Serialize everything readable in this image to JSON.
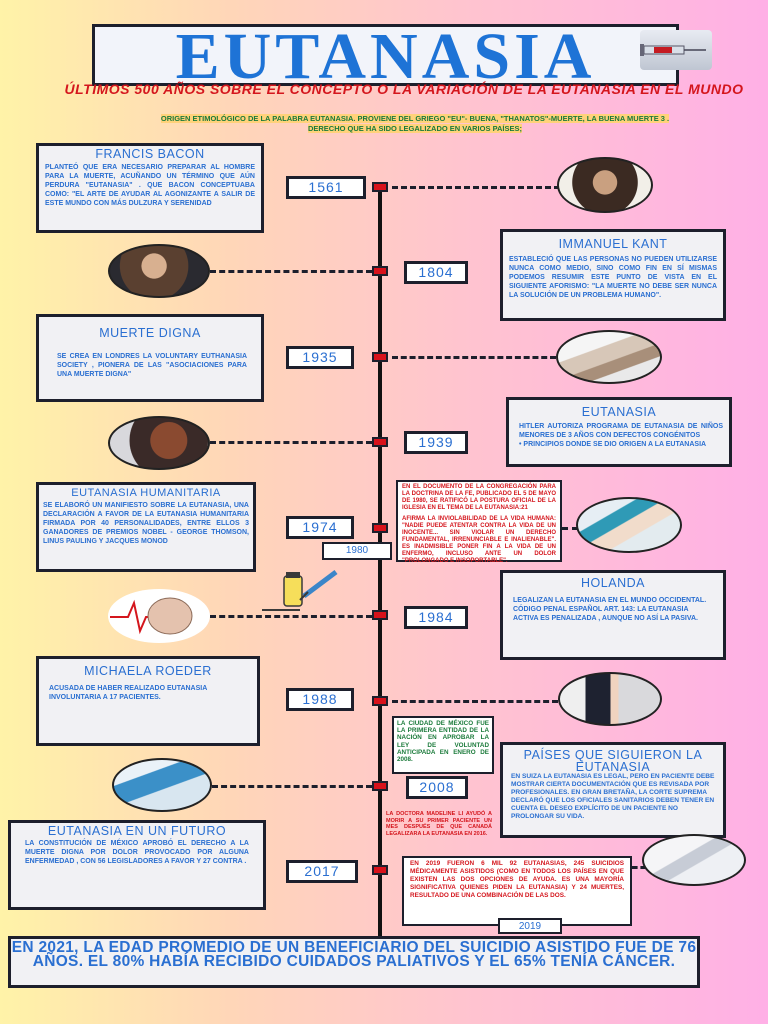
{
  "header": {
    "title": "EUTANASIA",
    "subtitle": "ÚLTIMOS 500 AÑOS SOBRE EL CONCEPTO O LA VARIACIÓN DE LA EUTANASIA EN EL MUNDO",
    "origin": "ORIGEN ETIMOLÓGICO DE LA PALABRA EUTANASIA. PROVIENE DEL GRIEGO \"EU\"- BUENA, \"THANATOS\"-MUERTE, LA BUENA MUERTE 3 . DERECHO QUE HA SIDO LEGALIZADO EN VARIOS PAÍSES;"
  },
  "colors": {
    "accent": "#2a6fd1",
    "red": "#d4161d",
    "green": "#1a7a3a",
    "border": "#1d1f2c"
  },
  "years": {
    "y1561": "1561",
    "y1804": "1804",
    "y1935": "1935",
    "y1939": "1939",
    "y1974": "1974",
    "y1980": "1980",
    "y1984": "1984",
    "y1988": "1988",
    "y2008": "2008",
    "y2017": "2017",
    "y2019": "2019"
  },
  "cards": {
    "bacon": {
      "title": "FRANCIS BACON",
      "body": "PLANTEÓ QUE ERA NECESARIO PREPARAR AL HOMBRE PARA LA MUERTE, ACUÑANDO UN TÉRMINO QUE AÚN PERDURA \"EUTANASIA\" . QUE BACON CONCEPTUABA COMO: \"EL ARTE DE AYUDAR AL AGONIZANTE A SALIR DE ESTE MUNDO CON MÁS DULZURA Y SERENIDAD"
    },
    "kant": {
      "title": "IMMANUEL  KANT",
      "body": "ESTABLECIÓ QUE LAS PERSONAS NO PUEDEN UTILIZARSE NUNCA COMO MEDIO, SINO COMO FIN EN SÍ MISMAS PODEMOS RESUMIR ESTE PUNTO DE VISTA EN EL SIGUIENTE AFORISMO: \"LA MUERTE NO DEBE SER NUNCA LA SOLUCIÓN DE UN PROBLEMA HUMANO\"."
    },
    "muerte_digna": {
      "title": "MUERTE DIGNA",
      "body": "SE CREA EN LONDRES LA VOLUNTARY EUTHANASIA SOCIETY , PIONERA DE LAS \"ASOCIACIONES PARA UNA MUERTE DIGNA\""
    },
    "eutanasia_1939": {
      "title": "EUTANASIA",
      "body": "HITLER AUTORIZA PROGRAMA DE EUTANASIA DE NIÑOS MENORES DE 3 AÑOS CON DEFECTOS CONGÉNITOS",
      "bullet": "PRINCIPIOS DONDE SE DIO ORIGEN A LA EUTANASIA"
    },
    "humanitaria": {
      "title": "EUTANASIA HUMANITARIA",
      "body": "SE ELABORÓ UN MANIFIESTO SOBRE LA EUTANASIA, UNA DECLARACIÓN A FAVOR DE LA EUTANASIA HUMANITARIA FIRMADA POR 40 PERSONALIDADES, ENTRE ELLOS 3 GANADORES DE PREMIOS NOBEL - GEORGE THOMSON, LINUS PAULING Y JACQUES MONOD"
    },
    "holanda": {
      "title": "HOLANDA",
      "body": "LEGALIZAN LA EUTANASIA EN EL MUNDO OCCIDENTAL. CÓDIGO PENAL ESPAÑOL ART. 143: LA EUTANASIA ACTIVA ES PENALIZADA , AUNQUE NO ASÍ LA PASIVA."
    },
    "roeder": {
      "title": "MICHAELA ROEDER",
      "body": "ACUSADA DE HABER REALIZADO EUTANASIA INVOLUNTARIA A 17 PACIENTES."
    },
    "paises": {
      "title": "PAÍSES QUE SIGUIERON LA EUTANASIA",
      "body": "EN SUIZA LA EUTANASIA ES LEGAL, PERO EN PACIENTE DEBE MOSTRAR CIERTA DOCUMENTACIÓN QUE ES REVISADA POR PROFESIONALES. EN GRAN BRETAÑA, LA CORTE SUPREMA DECLARÓ QUE LOS OFICIALES SANITARIOS DEBEN TENER EN CUENTA EL DESEO EXPLÍCITO DE UN PACIENTE NO PROLONGAR SU VIDA."
    },
    "futuro": {
      "title": "EUTANASIA EN UN FUTURO",
      "body": "LA CONSTITUCIÓN DE MÉXICO APROBÓ EL DERECHO A LA MUERTE DIGNA POR DOLOR PROVOCADO POR ALGUNA ENFERMEDAD , CON 56 LEGISLADORES A FAVOR Y 27 CONTRA ."
    }
  },
  "red_notes": {
    "doc_1980": "EN EL DOCUMENTO DE LA CONGREGACIÓN PARA LA DOCTRINA DE LA FE, PUBLICADO EL 5 DE MAYO DE 1980, SE RATIFICÓ LA POSTURA OFICIAL DE LA IGLESIA EN EL TEMA DE LA EUTANASIA:21",
    "doc_1980b": "AFIRMA LA INVIOLABILIDAD DE LA VIDA HUMANA: \"NADIE PUEDE ATENTAR CONTRA LA VIDA DE UN INOCENTE... SIN VIOLAR UN DERECHO FUNDAMENTAL, IRRENUNCIABLE E INALIENABLE\". ES INADMISIBLE PONER FIN A LA VIDA DE UN ENFERMO, INCLUSO ANTE UN DOLOR \"PROLONGADO E INSOPORTABLE\".",
    "mexico_2008": "LA CIUDAD DE MÉXICO FUE LA PRIMERA ENTIDAD DE LA NACIÓN EN APROBAR LA LEY DE VOLUNTAD ANTICIPADA EN ENERO DE 2008.",
    "madeline": "LA DOCTORA MADELINE LI AYUDÓ A MORIR A SU PRIMER PACIENTE UN MES DESPUÉS DE QUE CANADÁ LEGALIZARA LA EUTANASIA EN 2016.",
    "y2019": "EN 2019 FUERON 6 MIL 92 EUTANASIAS, 245 SUICIDIOS MÉDICAMENTE ASISTIDOS (COMO EN TODOS LOS PAÍSES EN QUE EXISTEN LAS DOS OPCIONES DE AYUDA. ES UNA MAYORÍA SIGNIFICATIVA QUIENES PIDEN LA EUTANASIA) Y 24 MUERTES, RESULTADO DE UNA COMBINACIÓN DE LAS DOS."
  },
  "footer": {
    "text": "EN 2021, LA EDAD PROMEDIO DE UN BENEFICIARIO DEL SUICIDIO ASISTIDO FUE DE 76 AÑOS. EL 80% HABÍA RECIBIDO CUIDADOS PALIATIVOS Y EL 65% TENÍA CÁNCER."
  }
}
